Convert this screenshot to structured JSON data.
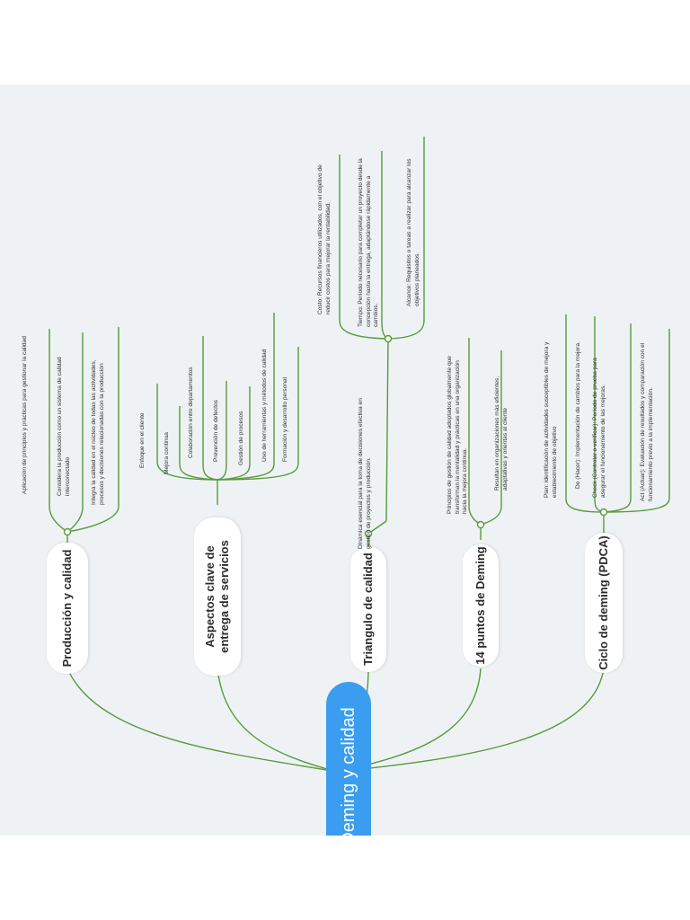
{
  "root": {
    "label": "Deming y calidad"
  },
  "branches": [
    {
      "label": "Producción y calidad",
      "children": [
        "Aplicación de principios y prácticas para gestionar la calidad",
        "Considera la producción como un sistema de calidad interconectado",
        "Integra la calidad en el núcleo de todas las actividades, procesos y decisiones relacionadas con la producción"
      ]
    },
    {
      "label": "Aspectos clave de entrega de servicios",
      "children": [
        "Enfoque en el cliente",
        "Mejora continua",
        "Colaboración entre departamentos",
        "Prevención de defectos",
        "Gestión de procesos",
        "Uso de herramientas y métodos de calidad",
        "Formación y desarrollo personal"
      ]
    },
    {
      "label": "Triangulo de calidad",
      "children": [
        "Dinámica esencial para la toma de decisiones efectiva en gestión de proyectos y producción."
      ],
      "sub_children": [
        "Costo: Recursos financieros utilizados, con el objetivo de reducir costos para mejorar la rentabilidad.",
        "Tiempo: Período necesario para completar un proyecto desde la concepción hasta la entrega, adaptándose rápidamente a cambios.",
        "Alcance: Requisitos o tareas a realizar para alcanzar los objetivos planeados."
      ]
    },
    {
      "label": "14 puntos de Deming",
      "children": [
        "Principios de gestión de calidad adoptados globalmente que transforman la mentalidad y prácticas en una organización hacia la mejora continua.",
        "Resultan en organizaciones más eficientes, adaptativas y orientas al cliente"
      ]
    },
    {
      "label": "Ciclo de deming (PDCA)",
      "children": [
        "Plan: identificación de actividades susceptibles de mejora y establecimiento de objetivo",
        "Do (Hacer): Implementación de cambios para la mejora.",
        "Check (Controlar o verificar): Período de prueba para asegurar el funcionamiento de las mejoras.",
        "Act (Actuar): Evaluación de resultados y comparación con el funcionamiento previo a la implementación."
      ]
    }
  ],
  "colors": {
    "line": "#5a9a3a",
    "root": "#3a9df0",
    "background": "#eef2f5"
  }
}
